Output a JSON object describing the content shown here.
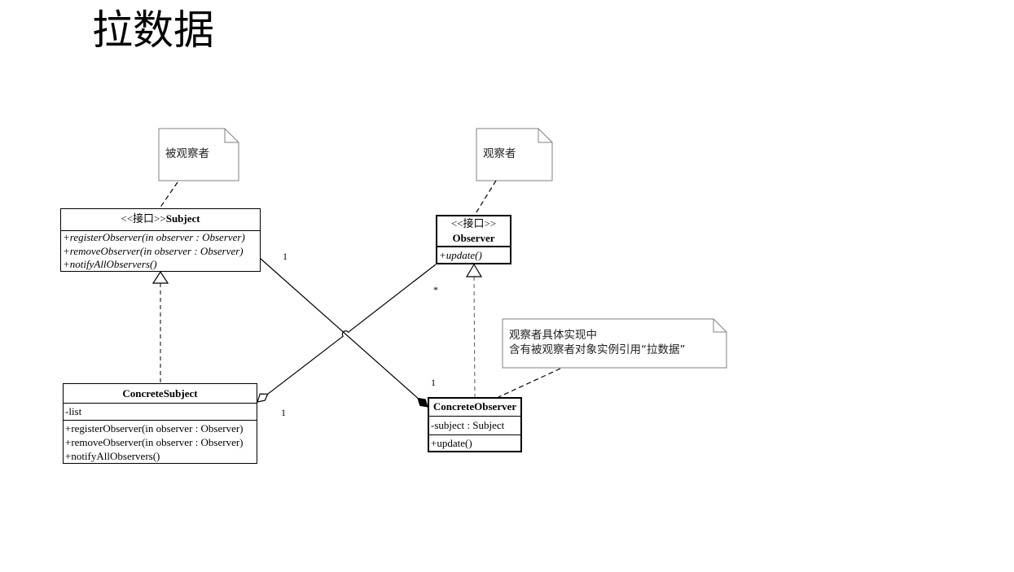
{
  "title": "拉数据",
  "notes": {
    "subject_note": "被观察者",
    "observer_note": "观察者",
    "impl_note": [
      "观察者具体实现中",
      "含有被观察者对象实例引用“拉数据”"
    ]
  },
  "classes": {
    "subject": {
      "stereotype": "<<接口>>",
      "name": "Subject",
      "methods": [
        "+registerObserver(in observer : Observer)",
        "+removeObserver(in observer : Observer)",
        "+notifyAllObservers()"
      ]
    },
    "observer": {
      "stereotype": "<<接口>>",
      "name": "Observer",
      "methods": [
        "+update()"
      ]
    },
    "concrete_subject": {
      "name": "ConcreteSubject",
      "attributes": [
        "-list"
      ],
      "methods": [
        "+registerObserver(in observer : Observer)",
        "+removeObserver(in observer : Observer)",
        "+notifyAllObservers()"
      ]
    },
    "concrete_observer": {
      "name": "ConcreteObserver",
      "attributes": [
        "-subject : Subject"
      ],
      "methods": [
        "+update()"
      ]
    }
  },
  "associations": {
    "subject_concrete_observer": {
      "subject_end": "1",
      "concrete_observer_end": "1"
    },
    "observer_concrete_subject": {
      "observer_end": "*",
      "concrete_subject_end": "1"
    }
  }
}
